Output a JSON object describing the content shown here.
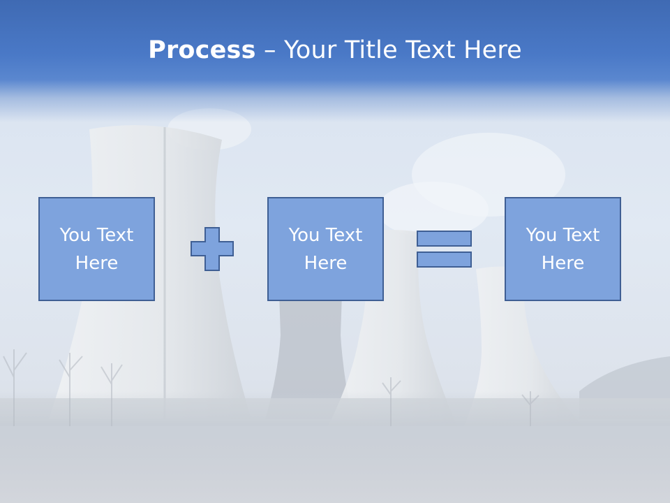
{
  "slide": {
    "title_bold": "Process",
    "title_rest": " – Your Title Text Here"
  },
  "boxes": [
    {
      "line1": "You Text",
      "line2": "Here"
    },
    {
      "line1": "You Text",
      "line2": "Here"
    },
    {
      "line1": "You Text",
      "line2": "Here"
    }
  ],
  "operators": {
    "first": "plus-icon",
    "second": "equals-icon"
  },
  "colors": {
    "title_band": "#4a79c7",
    "box_fill": "#7ea3dd",
    "box_border": "#3f5f94",
    "text": "#ffffff"
  }
}
